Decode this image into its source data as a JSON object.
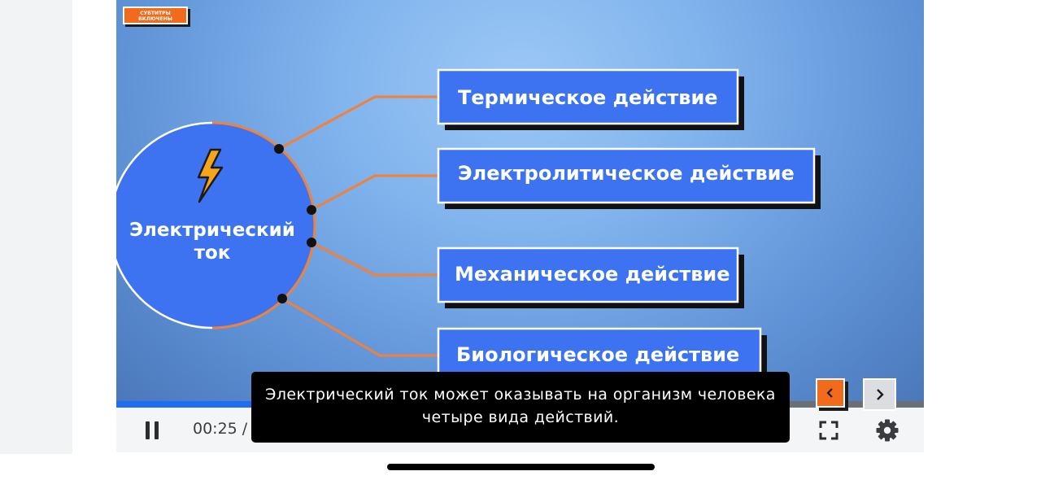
{
  "video": {
    "subtitle_badge": "СУБТИТРЫ ВКЛЮЧЕНЫ",
    "diagram": {
      "center_label_line1": "Электрический",
      "center_label_line2": "ток",
      "effects": [
        "Термическое действие",
        "Электролитическое действие",
        "Механическое действие",
        "Биологическое действие"
      ]
    }
  },
  "player": {
    "progress": 0.45,
    "current_time": "00:25 /",
    "caption": "Электрический ток может оказывать на организм человека четыре вида действий."
  },
  "colors": {
    "accent_orange": "#f26b1d",
    "box_blue": "#3d73f0",
    "progress_blue": "#1f6df2"
  },
  "icons": {
    "bolt": "lightning-bolt-icon",
    "pause": "pause-icon",
    "fullscreen": "fullscreen-icon",
    "settings": "gear-icon",
    "prev": "chevron-left-icon",
    "next": "chevron-right-icon"
  }
}
